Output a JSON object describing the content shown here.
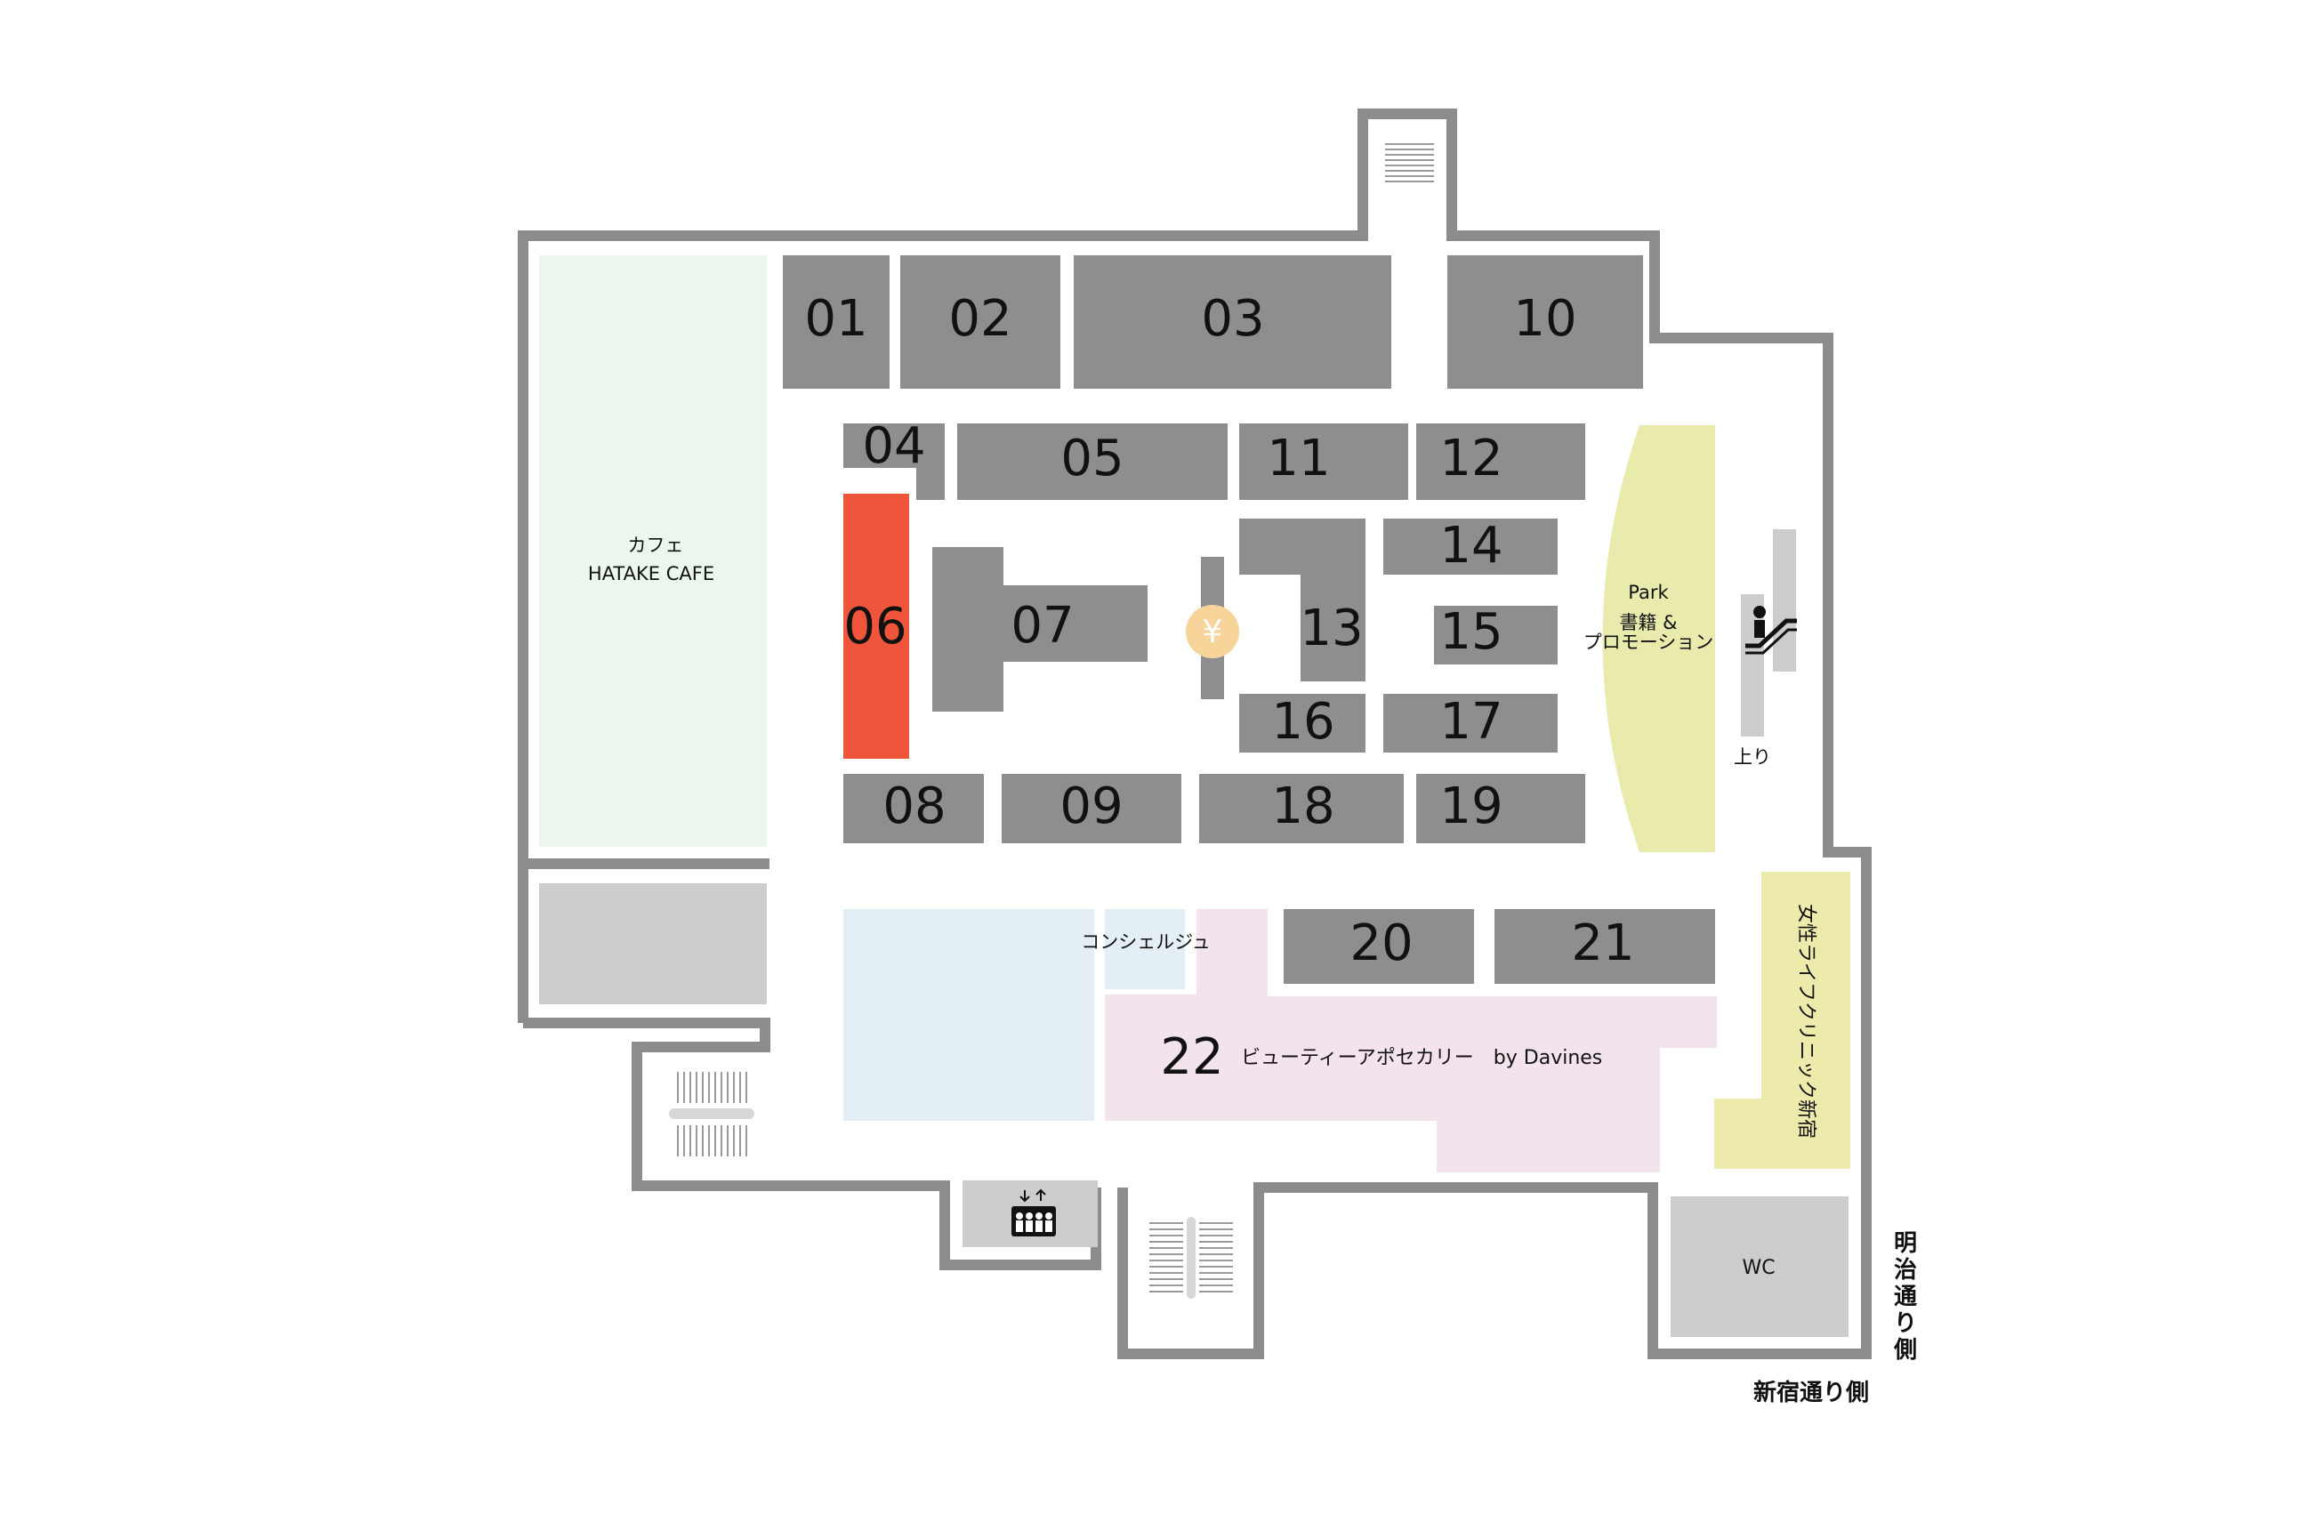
{
  "colors": {
    "wall": "#8c8c8c",
    "shop": "#8e8e8e",
    "selected_shop": "#ef553a",
    "cafe": "#ebf6ee",
    "park": "#e8ebac",
    "clinic": "#ecebac",
    "concierge": "#e3eff5",
    "beauty": "#f3e3ec",
    "service_gray": "#cccccc",
    "atm": "#f6d49a"
  },
  "shops": [
    {
      "id": "01",
      "label": "01"
    },
    {
      "id": "02",
      "label": "02"
    },
    {
      "id": "03",
      "label": "03"
    },
    {
      "id": "04",
      "label": "04"
    },
    {
      "id": "05",
      "label": "05"
    },
    {
      "id": "06",
      "label": "06",
      "selected": true
    },
    {
      "id": "07",
      "label": "07"
    },
    {
      "id": "08",
      "label": "08"
    },
    {
      "id": "09",
      "label": "09"
    },
    {
      "id": "10",
      "label": "10"
    },
    {
      "id": "11",
      "label": "11"
    },
    {
      "id": "12",
      "label": "12"
    },
    {
      "id": "13",
      "label": "13"
    },
    {
      "id": "14",
      "label": "14"
    },
    {
      "id": "15",
      "label": "15"
    },
    {
      "id": "16",
      "label": "16"
    },
    {
      "id": "17",
      "label": "17"
    },
    {
      "id": "18",
      "label": "18"
    },
    {
      "id": "19",
      "label": "19"
    },
    {
      "id": "20",
      "label": "20"
    },
    {
      "id": "21",
      "label": "21"
    },
    {
      "id": "22",
      "label": "22"
    }
  ],
  "areas": {
    "cafe_line1": "カフェ",
    "cafe_line2": "HATAKE CAFE",
    "park_line1": "Park",
    "park_line2": "書籍 &",
    "park_line3": "プロモーション",
    "concierge": "コンシェルジュ",
    "beauty": "ビューティーアポセカリー　by Davines",
    "clinic": "女性ライフクリニック新宿",
    "wc": "WC",
    "escalator_up": "上り",
    "atm_symbol": "¥"
  },
  "directions": {
    "meiji": "明治通り側",
    "shinjuku": "新宿通り側"
  },
  "icons": {
    "atm": "yen-icon",
    "escalator": "escalator-icon",
    "elevator": "elevator-icon",
    "stairs": "stairs-icon"
  }
}
